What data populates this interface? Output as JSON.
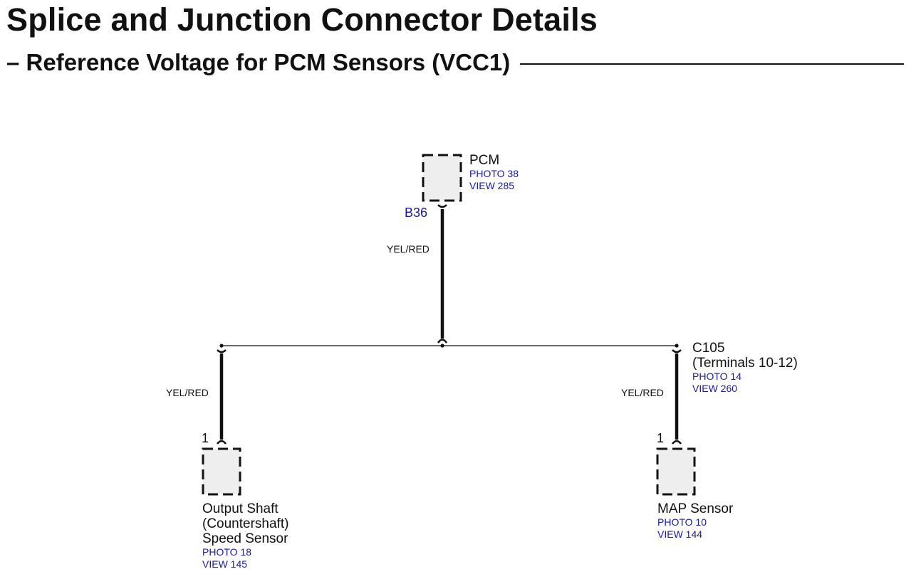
{
  "page": {
    "title": "Splice and Junction Connector Details",
    "subtitle": "– Reference Voltage for PCM Sensors (VCC1)"
  },
  "colors": {
    "text": "#111111",
    "link": "#1a1a9c",
    "connector_fill": "#eeeeee"
  },
  "components": {
    "pcm": {
      "name": "PCM",
      "photo": "PHOTO 38",
      "view": "VIEW 285",
      "pin": "B36",
      "wire_color": "YEL/RED"
    },
    "c105": {
      "name": "C105",
      "detail": "(Terminals 10-12)",
      "photo": "PHOTO 14",
      "view": "VIEW 260"
    },
    "output_shaft_sensor": {
      "name_line1": "Output Shaft",
      "name_line2": "(Countershaft)",
      "name_line3": "Speed Sensor",
      "photo": "PHOTO 18",
      "view": "VIEW 145",
      "pin": "1",
      "wire_color": "YEL/RED"
    },
    "map_sensor": {
      "name": "MAP Sensor",
      "photo": "PHOTO 10",
      "view": "VIEW 144",
      "pin": "1",
      "wire_color": "YEL/RED"
    }
  }
}
